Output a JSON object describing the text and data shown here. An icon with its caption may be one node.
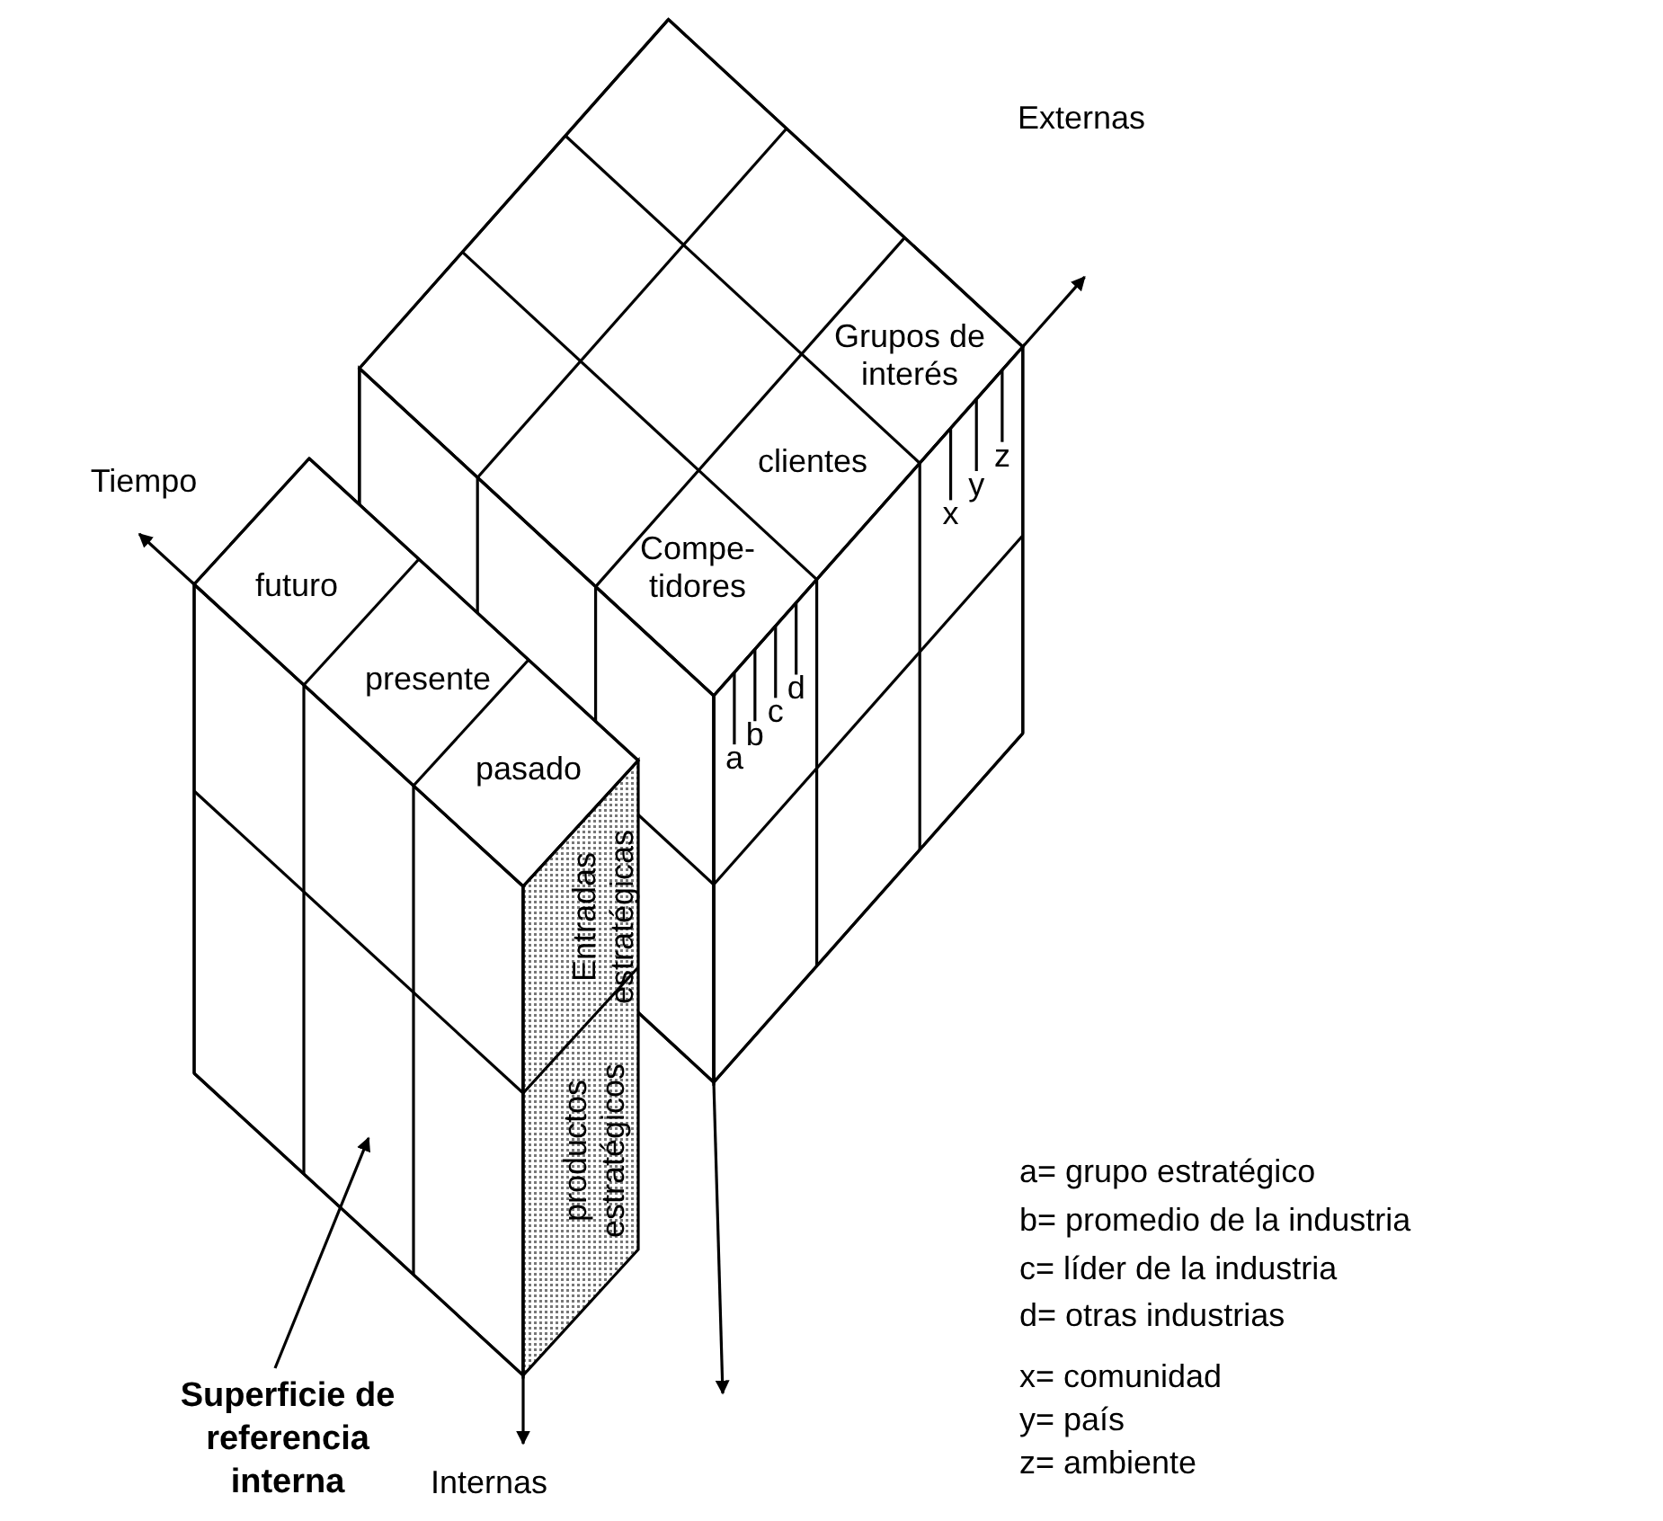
{
  "diagram": {
    "nodes": [
      {
        "text": [
          "Superficie de referencia interna"
        ]
      },
      {
        "text": [],
        "shape": "box"
      }
    ],
    "edges": [
      {
        "from": 0,
        "to": 1,
        "arrow": "to"
      }
    ],
    "labels": [
      "Externas",
      "Grupos de interés",
      "clientes",
      "Tiempo",
      "x",
      "y",
      "z",
      "Compe- tidores",
      "futuro",
      "presente",
      "a",
      "b",
      "c",
      "d",
      "pasado",
      "Entradas estratégicas",
      "productos estratégicos",
      "a= grupo estratégico",
      "b= promedio de la industria",
      "c= líder de la industria",
      "d= otras industrias",
      "x= comunidad",
      "y= país",
      "z= ambiente",
      "Internas"
    ]
  }
}
